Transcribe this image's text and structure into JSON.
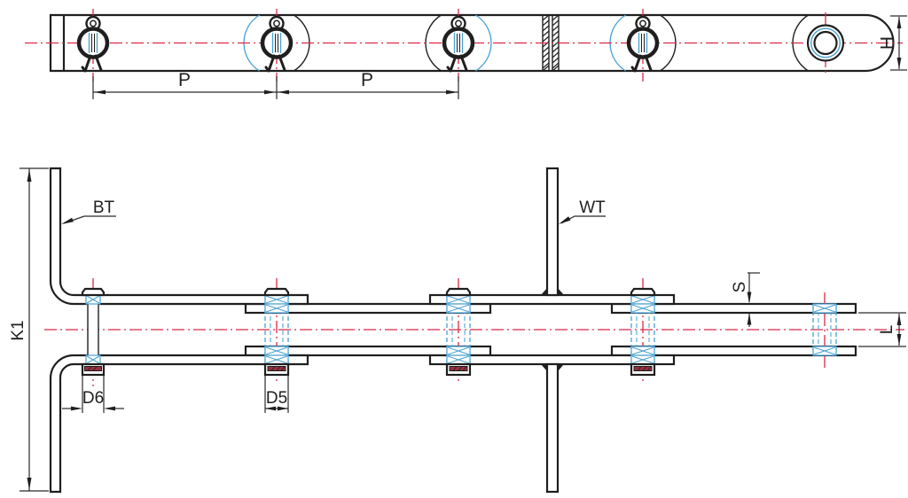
{
  "drawing": {
    "kind": "engineering-drawing",
    "colors": {
      "outline": "#1f1f1f",
      "centerline_red": "#dc2847",
      "hidden_blue": "#46a0d2",
      "cotter_fill": "#96303e",
      "background": "#ffffff"
    },
    "top_view": {
      "pitch_label_1": "P",
      "pitch_label_2": "P",
      "height_label": "H"
    },
    "bottom_view": {
      "attachment_height_label": "K1",
      "bent_attachment_label": "BT",
      "welded_attachment_label": "WT",
      "pin_diameter_label": "D6",
      "bush_diameter_label": "D5",
      "plate_thickness_label": "S",
      "inner_width_label": "L"
    }
  }
}
